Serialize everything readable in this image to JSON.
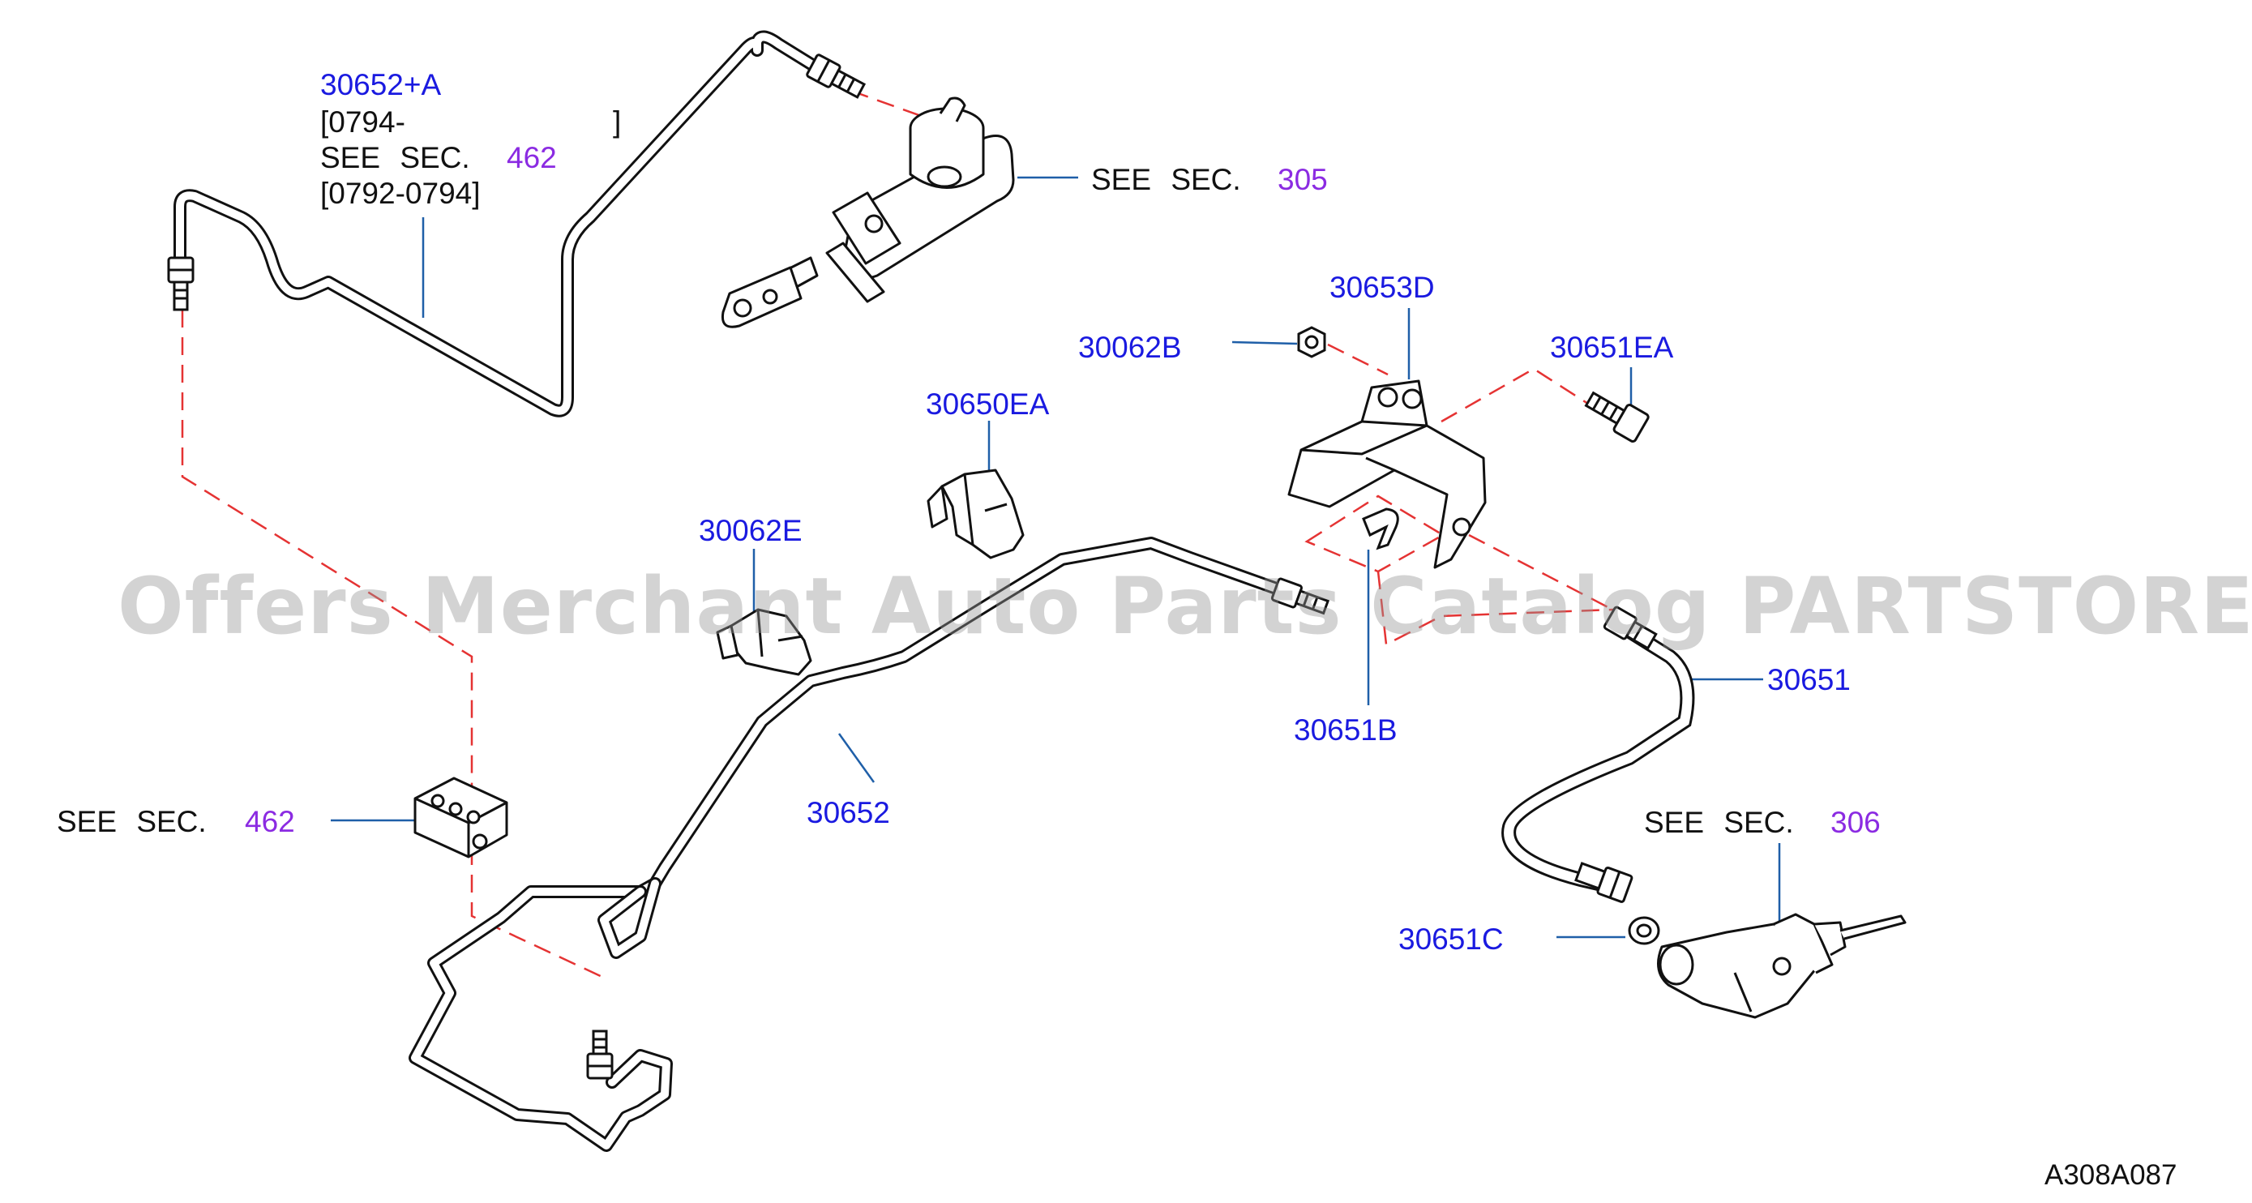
{
  "watermark": "Offers Merchant Auto Parts Catalog PARTSTORE.SA",
  "figure_code": "A308A087",
  "see_sec_text": "SEE SEC.",
  "colors": {
    "part_number": "#1a1ae0",
    "section_ref": "#8b2be2",
    "leader_line": "#1f5fa8",
    "dash_line": "#e53333",
    "outline": "#111111"
  },
  "labels": {
    "tube_upper": {
      "part": "30652+A",
      "range_open": "[0794-",
      "range_close": "]",
      "see": "SEE SEC.",
      "see_ref": "462",
      "range2": "[0792-0794]"
    },
    "master_cyl": {
      "see": "SEE SEC.",
      "ref": "305"
    },
    "bracket": "30653D",
    "nut": "30062B",
    "bolt": "30651EA",
    "clip_upper": "30650EA",
    "clip_lower": "30062E",
    "clip_small": "30651B",
    "hose": "30651",
    "tube_lower": "30652",
    "connector": {
      "see": "SEE SEC.",
      "ref": "462"
    },
    "operating_cyl": {
      "see": "SEE SEC.",
      "ref": "306"
    },
    "washer": "30651C"
  }
}
